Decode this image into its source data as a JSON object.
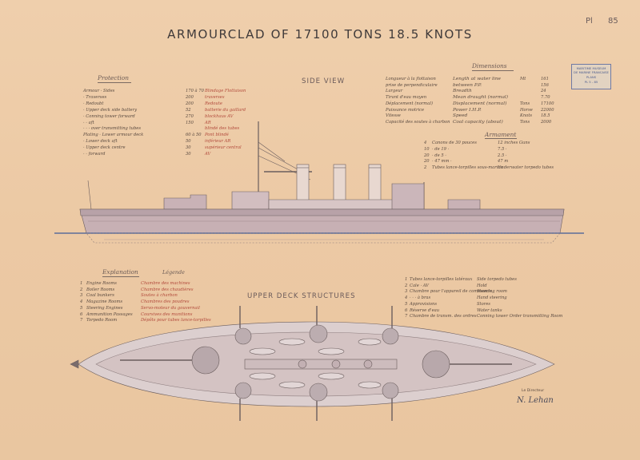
{
  "title": "ARMOURCLAD OF 17100 TONS 18.5 KNOTS",
  "plate_number": "85",
  "plate_prefix": "Pl",
  "stamp": {
    "line1": "MARITIME MUSEUM",
    "line2": "DE MARINE FRANCAISE",
    "line3": "PLANS",
    "line4": "PL 5 - 85"
  },
  "side_view_heading": "SIDE VIEW",
  "upper_deck_heading": "UPPER DECK STRUCTURES",
  "protection": {
    "heading": "Protection",
    "rows": [
      {
        "label": "Armour · Sides",
        "value": "170 à 70",
        "note": "Blindage Flottaison"
      },
      {
        "label": "· Traverses",
        "value": "200",
        "note": "traverses"
      },
      {
        "label": "· Redoubt",
        "value": "200",
        "note": "Redoute"
      },
      {
        "label": "· Upper deck side battery",
        "value": "52",
        "note": "batterie du gaillard"
      },
      {
        "label": "· Conning tower forward",
        "value": "270",
        "note": "blockhaus AV"
      },
      {
        "label": "· · aft",
        "value": "150",
        "note": "AR"
      },
      {
        "label": "· · · over transmitting tubes",
        "value": "",
        "note": "blindé des tubes"
      },
      {
        "label": "Plating · Lower armour deck",
        "value": "60 à 50",
        "note": "Pont blindé"
      },
      {
        "label": "· Lower deck aft",
        "value": "50",
        "note": "inférieur AR"
      },
      {
        "label": "· Upper deck centre",
        "value": "30",
        "note": "supérieur central"
      },
      {
        "label": "· · forward",
        "value": "30",
        "note": "AV"
      }
    ]
  },
  "dimensions": {
    "heading": "Dimensions",
    "rows": [
      {
        "fr": "Longueur à la flottaison",
        "en": "Length at water line",
        "unit": "Mt",
        "value": "161"
      },
      {
        "fr": "prise de perpendiculaire",
        "en": "between P.P.",
        "unit": "",
        "value": "156"
      },
      {
        "fr": "Largeur",
        "en": "Breadth",
        "unit": "",
        "value": "24"
      },
      {
        "fr": "Tirant d'eau moyen",
        "en": "Mean draught (normal)",
        "unit": "",
        "value": "7.70"
      },
      {
        "fr": "Déplacement (normal)",
        "en": "Displacement (normal)",
        "unit": "Tons",
        "value": "17100"
      },
      {
        "fr": "Puissance motrice",
        "en": "Power I.H.P.",
        "unit": "Horse",
        "value": "22000"
      },
      {
        "fr": "Vitesse",
        "en": "Speed",
        "unit": "Knots",
        "value": "18.5"
      },
      {
        "fr": "Capacité des soutes à charbon",
        "en": "Coal capacity (about)",
        "unit": "Tons",
        "value": "2000"
      }
    ]
  },
  "armament": {
    "heading": "Armament",
    "rows": [
      {
        "n": "4",
        "fr": "Canons de 30 pouces",
        "en": "12 inches Guns"
      },
      {
        "n": "10",
        "fr": "· de 19 ·",
        "en": "7.5 ·"
      },
      {
        "n": "20",
        "fr": "· de 5 ·",
        "en": "2.5 ·"
      },
      {
        "n": "20",
        "fr": "· 47 mm ·",
        "en": "47 m"
      },
      {
        "n": "2",
        "fr": "Tubes lance-torpilles sous-marins",
        "en": "Underwater torpedo tubes"
      }
    ]
  },
  "explanation": {
    "heading": "Explanation",
    "legend_heading": "Légende",
    "left": [
      {
        "n": "1",
        "en": "Engine Rooms",
        "fr": "Chambre des machines"
      },
      {
        "n": "2",
        "fr": "Chambre des chaudières",
        "en": "Boiler Rooms"
      },
      {
        "n": "3",
        "en": "Coal bunkers",
        "fr": "Soutes à charbon"
      },
      {
        "n": "4",
        "en": "Magazine Rooms",
        "fr": "Chambres des poudres"
      },
      {
        "n": "5",
        "en": "Steering Engines",
        "fr": "Servo-moteur du gouvernail"
      },
      {
        "n": "6",
        "en": "Ammunition Passages",
        "fr": "Coursives des munitions"
      },
      {
        "n": "7",
        "en": "Torpedo Room",
        "fr": "Dépôts pour tubes lance-torpilles"
      }
    ],
    "right": [
      {
        "n": "1",
        "fr": "Tubes lance-torpilles latéraux",
        "en": "Side torpedo tubes"
      },
      {
        "n": "2",
        "fr": "Cale · AV",
        "en": "Hold"
      },
      {
        "n": "3",
        "fr": "Chambre pour l'appareil de commande",
        "en": "Steering room"
      },
      {
        "n": "4",
        "fr": "· · · à bras",
        "en": "Hand steering"
      },
      {
        "n": "5",
        "fr": "Approvisions",
        "en": "Stores"
      },
      {
        "n": "6",
        "fr": "Réserve d'eau",
        "en": "Water tanks"
      },
      {
        "n": "7",
        "fr": "Chambre de transm. des ordres",
        "en": "Conning tower Order transmitting Room"
      }
    ]
  },
  "signature": {
    "label": "Le Directeur",
    "name": "N. Lehan"
  },
  "colors": {
    "paper": "#ecc9a4",
    "ink": "#5a4a40",
    "red_ink": "#b24a3c",
    "hull_shadow": "#b8a2a8",
    "stamp": "#4b5c8e"
  }
}
